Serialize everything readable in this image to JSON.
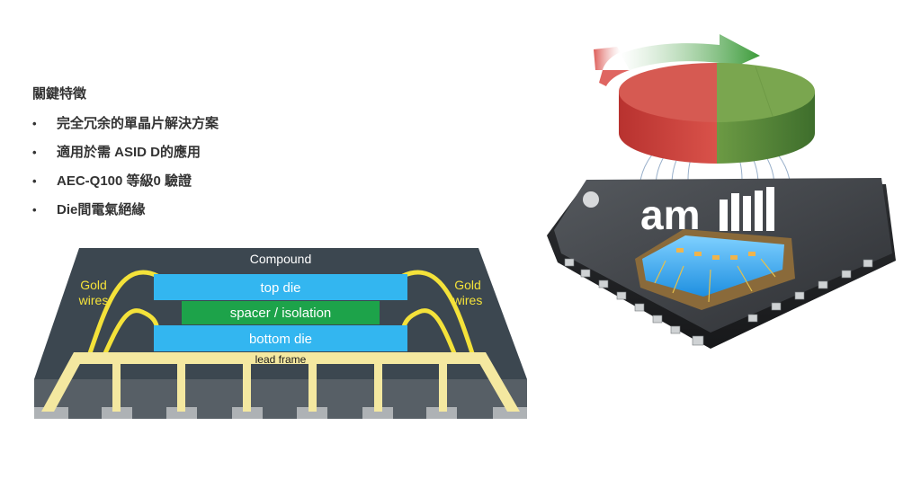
{
  "features": {
    "title": "關鍵特徵",
    "items": [
      "完全冗余的單晶片解決方案",
      "適用於需 ASID D的應用",
      "AEC-Q100 等級0 驗證",
      "Die間電氣絕緣"
    ]
  },
  "cross_section": {
    "compound_label": "Compound",
    "top_die_label": "top die",
    "spacer_label": "spacer / isolation",
    "bottom_die_label": "bottom die",
    "lead_frame_label": "lead frame",
    "gold_wires_left": [
      "Gold",
      "wires"
    ],
    "gold_wires_right": [
      "Gold",
      "wires"
    ]
  },
  "chip_render": {
    "logo_text": "am"
  },
  "colors": {
    "compound": "#3c4750",
    "die_blue": "#33b6f0",
    "spacer_green": "#1da34a",
    "gold": "#f4e23a",
    "magnet_red": "#d24540",
    "magnet_green": "#5e8e3c"
  }
}
